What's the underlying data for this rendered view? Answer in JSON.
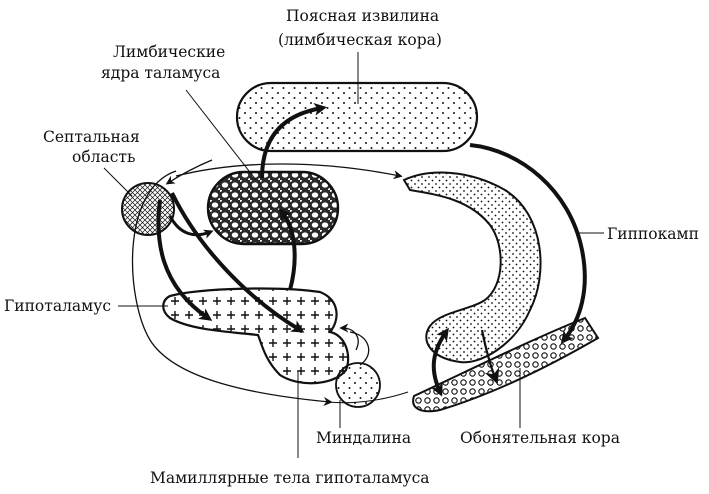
{
  "labels": {
    "cingulate": "Поясная извилина",
    "cingulate_sub": "(лимбическая кора)",
    "limbic_nuclei_1": "Лимбические",
    "limbic_nuclei_2": "ядра таламуса",
    "septal_1": "Септальная",
    "septal_2": "область",
    "hippocampus": "Гиппокамп",
    "hypothalamus": "Гипоталамус",
    "amygdala": "Миндалина",
    "olfactory": "Обонятельная кора",
    "mamillary": "Мамиллярные тела гипоталамуса"
  },
  "colors": {
    "ink": "#111111",
    "background": "#ffffff"
  }
}
